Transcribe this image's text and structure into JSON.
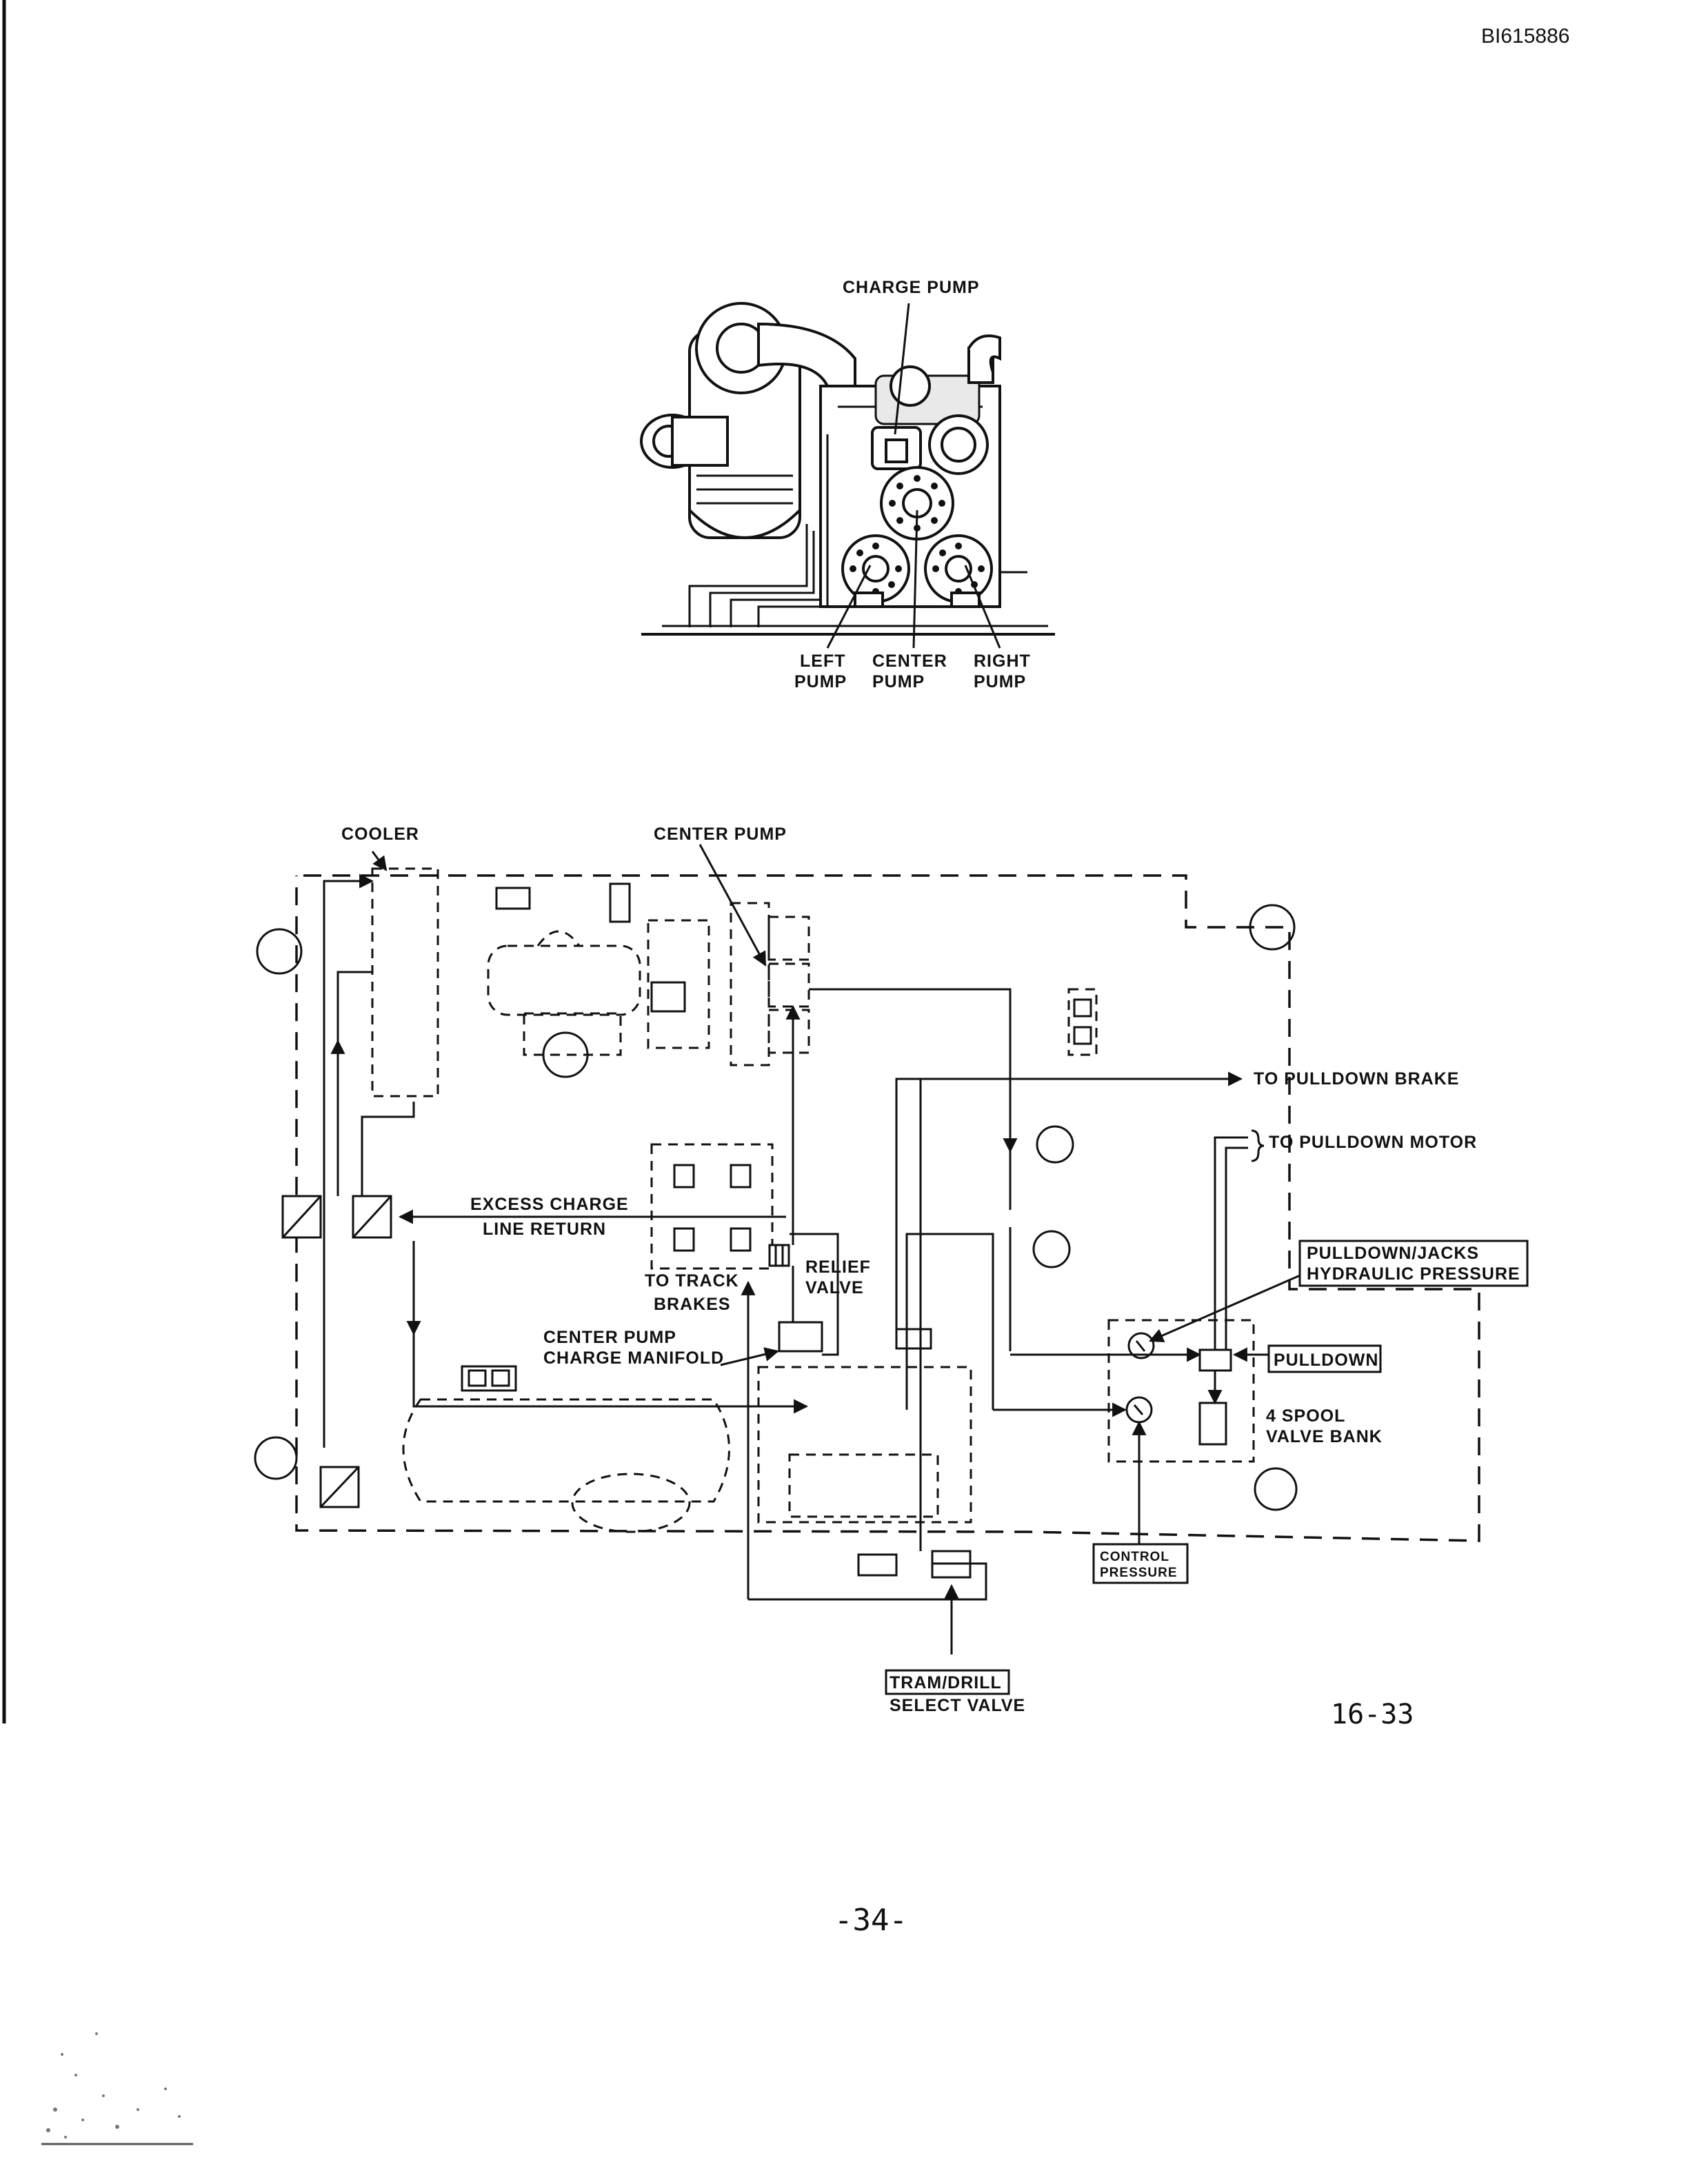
{
  "document": {
    "serial": "BI615886",
    "figure_number": "16-33",
    "page_number": "-34-"
  },
  "engine_illustration": {
    "labels": {
      "charge_pump": "CHARGE PUMP",
      "left_pump_line1": "LEFT",
      "left_pump_line2": "PUMP",
      "center_pump_line1": "CENTER",
      "center_pump_line2": "PUMP",
      "right_pump_line1": "RIGHT",
      "right_pump_line2": "PUMP"
    }
  },
  "schematic": {
    "labels": {
      "cooler": "COOLER",
      "center_pump": "CENTER PUMP",
      "to_pulldown_brake": "TO PULLDOWN BRAKE",
      "to_pulldown_motor": "TO PULLDOWN MOTOR",
      "excess_charge_line1": "EXCESS CHARGE",
      "excess_charge_line2": "LINE RETURN",
      "relief_valve_line1": "RELIEF",
      "relief_valve_line2": "VALVE",
      "to_track_brakes_line1": "TO TRACK",
      "to_track_brakes_line2": "BRAKES",
      "charge_manifold_line1": "CENTER PUMP",
      "charge_manifold_line2": "CHARGE MANIFOLD",
      "pulldown_jacks_line1": "PULLDOWN/JACKS",
      "pulldown_jacks_line2": "HYDRAULIC PRESSURE",
      "pulldown": "PULLDOWN",
      "valve_bank_line1": "4 SPOOL",
      "valve_bank_line2": "VALVE BANK",
      "control_pressure_line1": "CONTROL",
      "control_pressure_line2": "PRESSURE",
      "tram_drill_line1": "TRAM/DRILL",
      "tram_drill_line2": "SELECT VALVE"
    }
  }
}
